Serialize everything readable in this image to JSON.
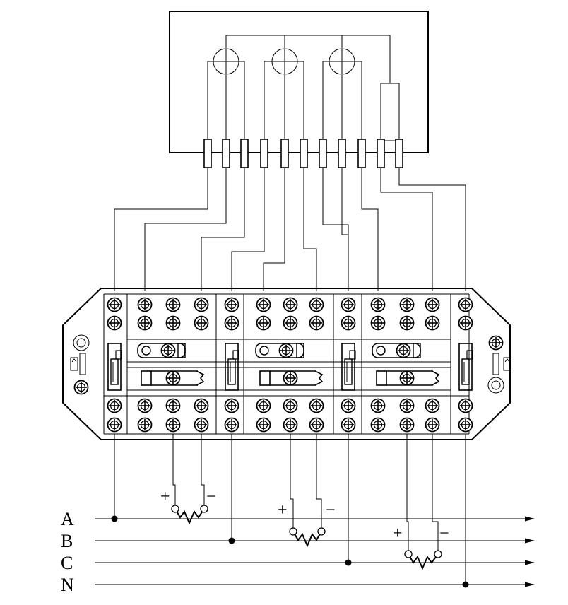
{
  "lines": [
    {
      "name": "A"
    },
    {
      "name": "B"
    },
    {
      "name": "C"
    },
    {
      "name": "N"
    }
  ],
  "ct_polarity": {
    "plus": "+",
    "minus": "−"
  },
  "current_transformers": 3,
  "meter_sensors": 3,
  "meter_pins": 11,
  "colors": {
    "line": "#000000",
    "background": "#ffffff"
  }
}
